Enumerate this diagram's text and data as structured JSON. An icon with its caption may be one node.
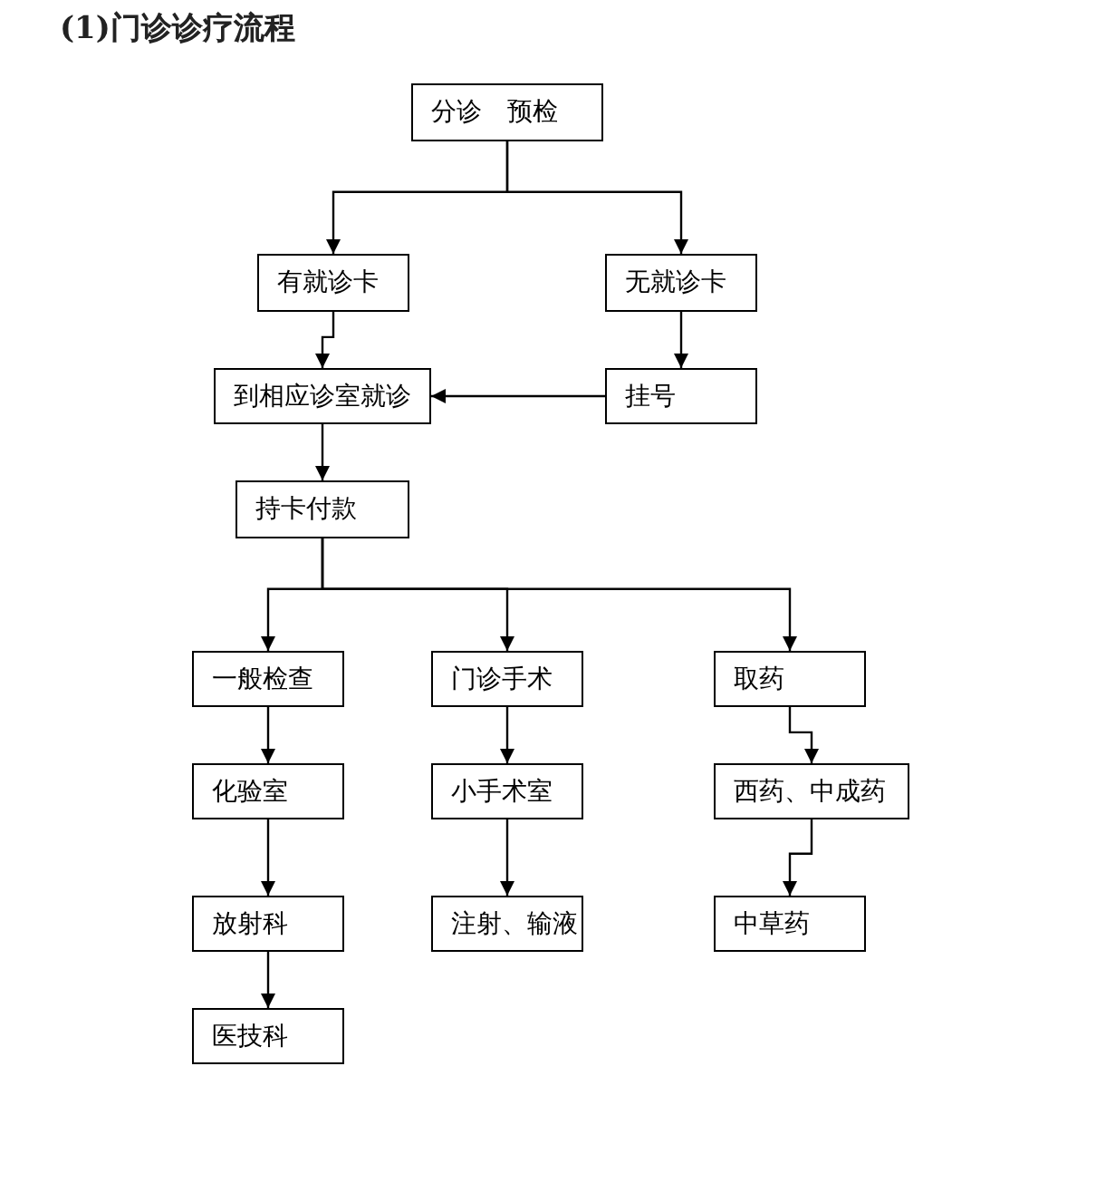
{
  "diagram": {
    "title": "(1)门诊诊疗流程",
    "nodes": [
      {
        "text": [
          "分诊　预检"
        ]
      },
      {
        "text": [
          "有就诊卡"
        ]
      },
      {
        "text": [
          "无就诊卡"
        ]
      },
      {
        "text": [
          "到相应诊室就诊"
        ]
      },
      {
        "text": [
          "挂号"
        ]
      },
      {
        "text": [
          "持卡付款"
        ]
      },
      {
        "text": [
          "一般检查"
        ]
      },
      {
        "text": [
          "门诊手术"
        ]
      },
      {
        "text": [
          "取药"
        ]
      },
      {
        "text": [
          "化验室"
        ]
      },
      {
        "text": [
          "小手术室"
        ]
      },
      {
        "text": [
          "西药、中成药"
        ]
      },
      {
        "text": [
          "放射科"
        ]
      },
      {
        "text": [
          "注射、输液"
        ]
      },
      {
        "text": [
          "中草药"
        ]
      },
      {
        "text": [
          "医技科"
        ]
      }
    ],
    "edges": [
      {
        "from": 0,
        "to": 1,
        "arrow": "to"
      },
      {
        "from": 0,
        "to": 2,
        "arrow": "to"
      },
      {
        "from": 1,
        "to": 3,
        "arrow": "to"
      },
      {
        "from": 2,
        "to": 4,
        "arrow": "to"
      },
      {
        "from": 4,
        "to": 3,
        "arrow": "to"
      },
      {
        "from": 3,
        "to": 5,
        "arrow": "to"
      },
      {
        "from": 5,
        "to": 6,
        "arrow": "to"
      },
      {
        "from": 5,
        "to": 7,
        "arrow": "to"
      },
      {
        "from": 5,
        "to": 8,
        "arrow": "to"
      },
      {
        "from": 6,
        "to": 9,
        "arrow": "to"
      },
      {
        "from": 9,
        "to": 12,
        "arrow": "to"
      },
      {
        "from": 12,
        "to": 15,
        "arrow": "to"
      },
      {
        "from": 7,
        "to": 10,
        "arrow": "to"
      },
      {
        "from": 10,
        "to": 13,
        "arrow": "to"
      },
      {
        "from": 8,
        "to": 11,
        "arrow": "to"
      },
      {
        "from": 11,
        "to": 14,
        "arrow": "to"
      }
    ]
  }
}
